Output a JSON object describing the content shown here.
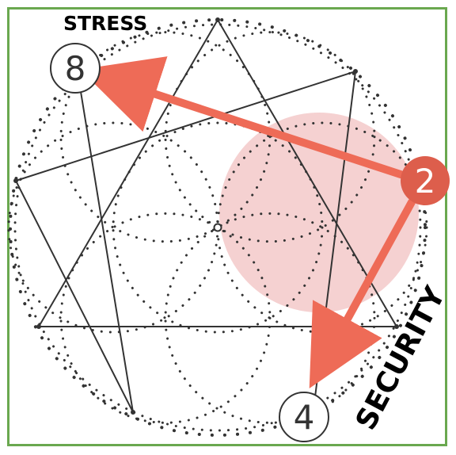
{
  "diagram": {
    "nodes": {
      "eight": {
        "label": "8"
      },
      "two": {
        "label": "2"
      },
      "four": {
        "label": "4"
      }
    },
    "labels": {
      "stress": "STRESS",
      "security": "SECURITY"
    },
    "colors": {
      "frame": "#6aa84f",
      "arrow": "#ee6b57",
      "highlight": "#f4cccc",
      "node_two_fill": "#dd5e4c",
      "line": "#333333",
      "dots": "#333333"
    }
  }
}
